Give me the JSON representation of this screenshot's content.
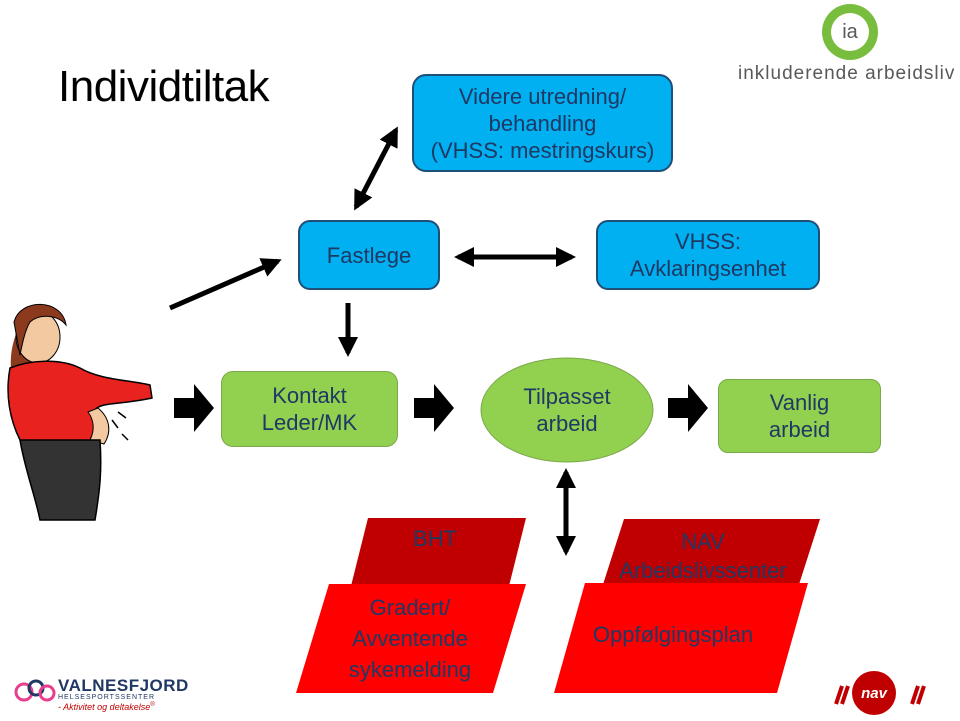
{
  "title": "Individtiltak",
  "logo_ia": {
    "mark": "ia",
    "text": "inkluderende arbeidsliv",
    "color": "#79bd3f"
  },
  "nodes": {
    "videre": {
      "line1": "Videre utredning/",
      "line2": "behandling",
      "line3": "(VHSS: mestringskurs)"
    },
    "fastlege": {
      "label": "Fastlege"
    },
    "vhss": {
      "line1": "VHSS:",
      "line2": "Avklaringsenhet"
    },
    "kontakt": {
      "line1": "Kontakt",
      "line2": "Leder/MK"
    },
    "tilpasset": {
      "line1": "Tilpasset",
      "line2": "arbeid"
    },
    "vanlig": {
      "line1": "Vanlig",
      "line2": "arbeid"
    },
    "bht": {
      "label": "BHT"
    },
    "gradert": {
      "line1": "Gradert/",
      "line2": "Avventende",
      "line3": "sykemelding"
    },
    "nav_asc": {
      "line1": "NAV",
      "line2": "Arbeidslivssenter"
    },
    "oppfolging": {
      "label": "Oppfølgingsplan"
    }
  },
  "logo_valnesfjord": {
    "name": "VALNESFJORD",
    "sub": "HELSESPORTSSENTER",
    "tagline": "- Aktivitet og deltakelse",
    "registered": "®"
  },
  "logo_nav": {
    "text": "nav"
  },
  "colors": {
    "blue_box": "#00b0f0",
    "green_box": "#92d050",
    "red_dark": "#c00000",
    "red_bright": "#ff0000",
    "text_dark_blue": "#1f3864"
  },
  "icons": [
    "woman-back-pain-icon",
    "ia-logo-icon",
    "valnesfjord-logo-icon",
    "nav-logo-icon"
  ]
}
